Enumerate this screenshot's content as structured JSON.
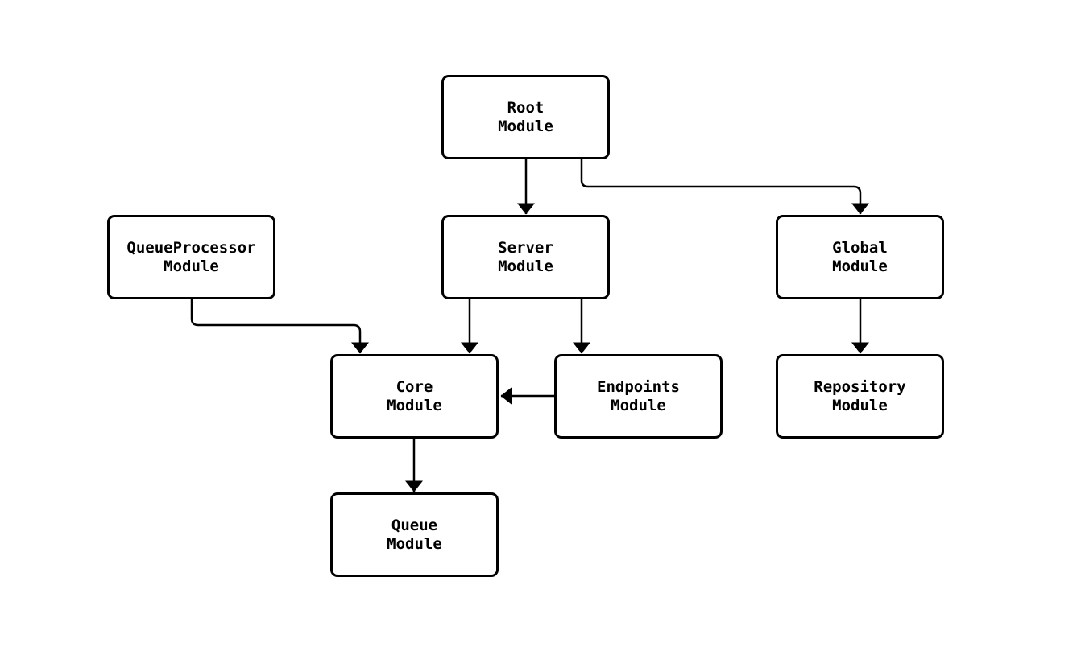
{
  "diagram": {
    "type": "flowchart",
    "direction": "top-down",
    "colors": {
      "background": "#ffffff",
      "node_fill": "#ffffff",
      "stroke": "#000000",
      "text": "#000000"
    },
    "nodes": [
      {
        "id": "root",
        "label": "Root\nModule"
      },
      {
        "id": "queueprocessor",
        "label": "QueueProcessor\nModule"
      },
      {
        "id": "server",
        "label": "Server\nModule"
      },
      {
        "id": "global",
        "label": "Global\nModule"
      },
      {
        "id": "core",
        "label": "Core\nModule"
      },
      {
        "id": "endpoints",
        "label": "Endpoints\nModule"
      },
      {
        "id": "repository",
        "label": "Repository\nModule"
      },
      {
        "id": "queue",
        "label": "Queue\nModule"
      }
    ],
    "edges": [
      {
        "from": "root",
        "to": "server"
      },
      {
        "from": "root",
        "to": "global"
      },
      {
        "from": "queueprocessor",
        "to": "core"
      },
      {
        "from": "server",
        "to": "core"
      },
      {
        "from": "server",
        "to": "endpoints"
      },
      {
        "from": "endpoints",
        "to": "core"
      },
      {
        "from": "global",
        "to": "repository"
      },
      {
        "from": "core",
        "to": "queue"
      }
    ]
  }
}
